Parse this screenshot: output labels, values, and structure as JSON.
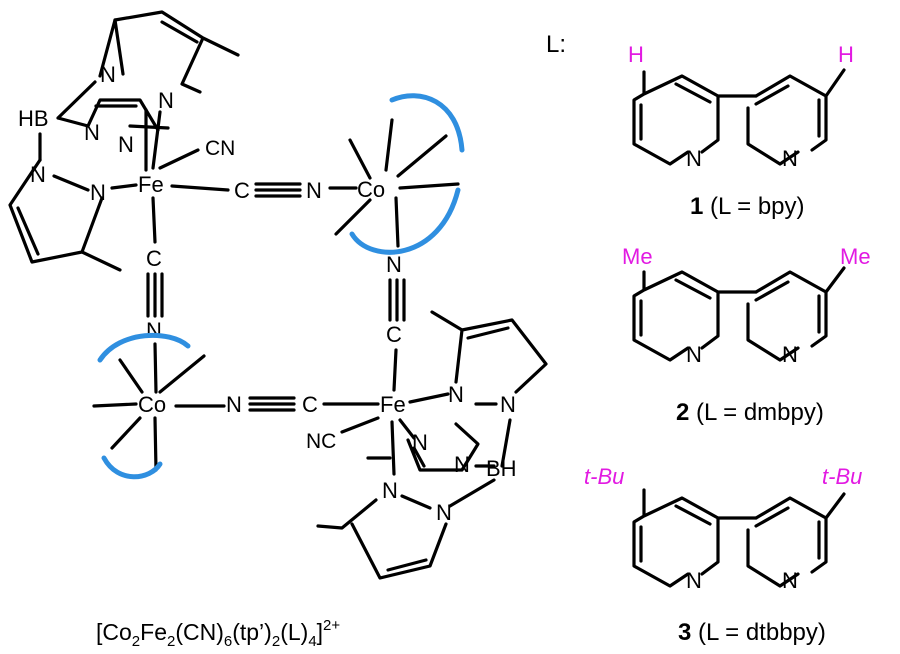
{
  "complex": {
    "metal_fe": "Fe",
    "metal_co": "Co",
    "atom_n": "N",
    "atom_c": "C",
    "cyano_label": "CN",
    "cyano_label_rev": "NC",
    "borohydride_a": "HB",
    "borohydride_b": "BH",
    "formula": {
      "open": "[Co",
      "sub1": "2",
      "fe": "Fe",
      "sub2": "2",
      "cn": "(CN)",
      "sub3": "6",
      "tp": "(tp’)",
      "sub4": "2",
      "l": "(L)",
      "sub5": "4",
      "close": "]",
      "charge": "2+"
    }
  },
  "ligand_header": "L:",
  "ligands": [
    {
      "number": "1",
      "caption": "(L = bpy)",
      "substituent": "H"
    },
    {
      "number": "2",
      "caption": "(L = dmbpy)",
      "substituent": "Me"
    },
    {
      "number": "3",
      "caption": "(L = dtbbpy)",
      "substituent": "t-Bu"
    }
  ],
  "colors": {
    "highlight": "#e21ae2",
    "ligand_arc": "#2f8fe0",
    "bond": "#000000"
  }
}
